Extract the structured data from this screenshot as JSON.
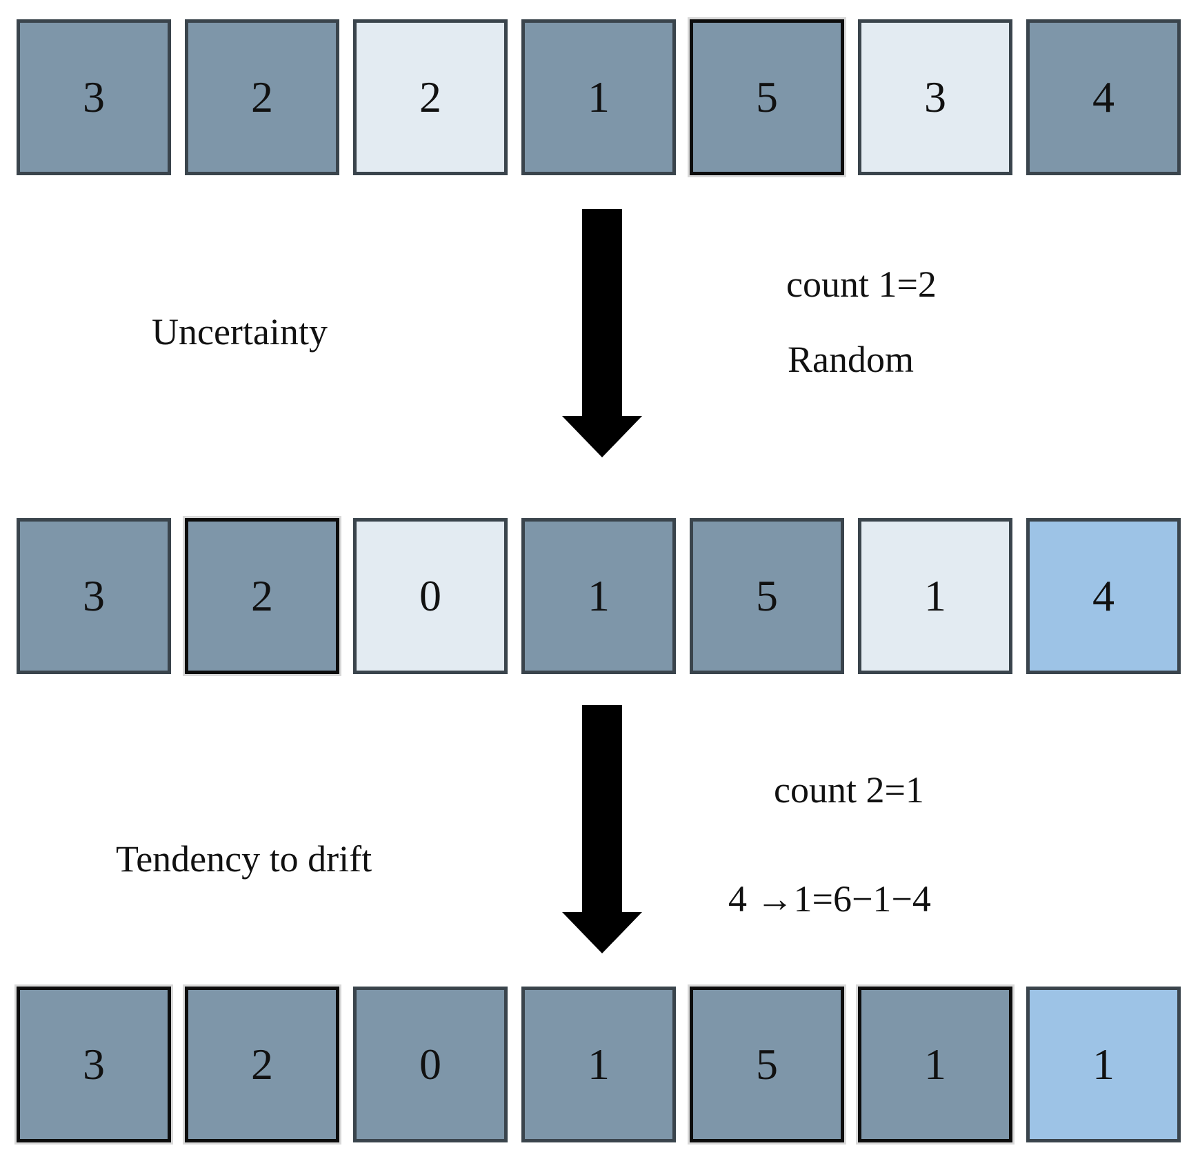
{
  "colors": {
    "cell_slate": "#7e96a9",
    "cell_light": "#e3ebf2",
    "cell_blue": "#9dc3e6",
    "border_dark": "#3a444c",
    "border_black": "#0d0d0d",
    "outline_light": "#d9d9d9",
    "arrow_black": "#000000",
    "text": "#111111",
    "background": "#ffffff"
  },
  "rows": [
    {
      "name": "initial-sequence",
      "cells": [
        {
          "value": "3",
          "tone": "slate",
          "emphasized": false
        },
        {
          "value": "2",
          "tone": "slate",
          "emphasized": false
        },
        {
          "value": "2",
          "tone": "light",
          "emphasized": false
        },
        {
          "value": "1",
          "tone": "slate",
          "emphasized": false
        },
        {
          "value": "5",
          "tone": "slate",
          "emphasized": true
        },
        {
          "value": "3",
          "tone": "light",
          "emphasized": false
        },
        {
          "value": "4",
          "tone": "slate",
          "emphasized": false
        }
      ]
    },
    {
      "name": "intermediate-sequence",
      "cells": [
        {
          "value": "3",
          "tone": "slate",
          "emphasized": false
        },
        {
          "value": "2",
          "tone": "slate",
          "emphasized": true
        },
        {
          "value": "0",
          "tone": "light",
          "emphasized": false
        },
        {
          "value": "1",
          "tone": "slate",
          "emphasized": false
        },
        {
          "value": "5",
          "tone": "slate",
          "emphasized": false
        },
        {
          "value": "1",
          "tone": "light",
          "emphasized": false
        },
        {
          "value": "4",
          "tone": "blue",
          "emphasized": false
        }
      ]
    },
    {
      "name": "final-sequence",
      "cells": [
        {
          "value": "3",
          "tone": "slate",
          "emphasized": true
        },
        {
          "value": "2",
          "tone": "slate",
          "emphasized": true
        },
        {
          "value": "0",
          "tone": "slate",
          "emphasized": false
        },
        {
          "value": "1",
          "tone": "slate",
          "emphasized": false
        },
        {
          "value": "5",
          "tone": "slate",
          "emphasized": true
        },
        {
          "value": "1",
          "tone": "slate",
          "emphasized": true
        },
        {
          "value": "1",
          "tone": "blue",
          "emphasized": false
        }
      ]
    }
  ],
  "steps": [
    {
      "left_label": "Uncertainty",
      "right_labels": [
        "count 1=2",
        "Random"
      ]
    },
    {
      "left_label": "Tendency to drift",
      "right_labels": [
        "count 2=1",
        "4 →1=6−1−4"
      ]
    }
  ]
}
